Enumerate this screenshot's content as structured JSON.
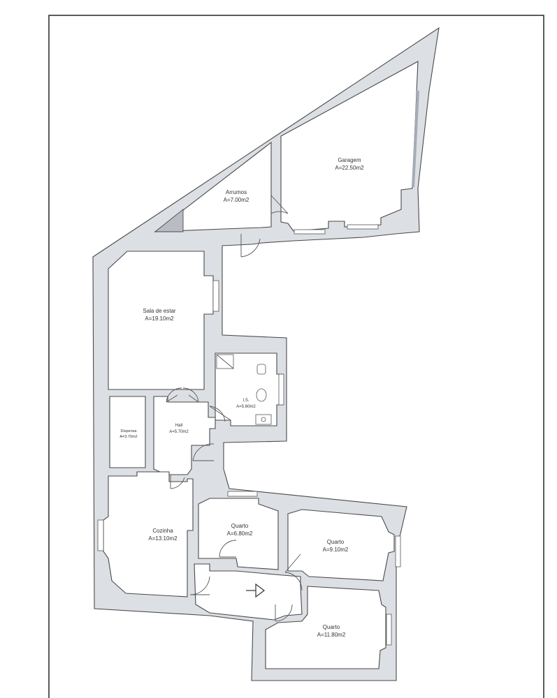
{
  "rooms": {
    "garagem": {
      "name": "Garagem",
      "area": "A=22.50m2"
    },
    "arrumos": {
      "name": "Arrumos",
      "area": "A=7.00m2"
    },
    "sala": {
      "name": "Sala de estar",
      "area": "A=19.10m2"
    },
    "is": {
      "name": "I.S.",
      "area": "A=5.60m2"
    },
    "hall": {
      "name": "Hall",
      "area": "A=5.70m2"
    },
    "dispensa": {
      "name": "Dispensa",
      "area": "A=3.70m2"
    },
    "cozinha": {
      "name": "Cozinha",
      "area": "A=13.10m2"
    },
    "quarto1": {
      "name": "Quarto",
      "area": "A=6.80m2"
    },
    "quarto2": {
      "name": "Quarto",
      "area": "A=9.10m2"
    },
    "quarto3": {
      "name": "Quarto",
      "area": "A=11.80m2"
    }
  },
  "colors": {
    "wall": "#dcdfe4",
    "line": "#4a4a4a",
    "background": "#ffffff"
  }
}
